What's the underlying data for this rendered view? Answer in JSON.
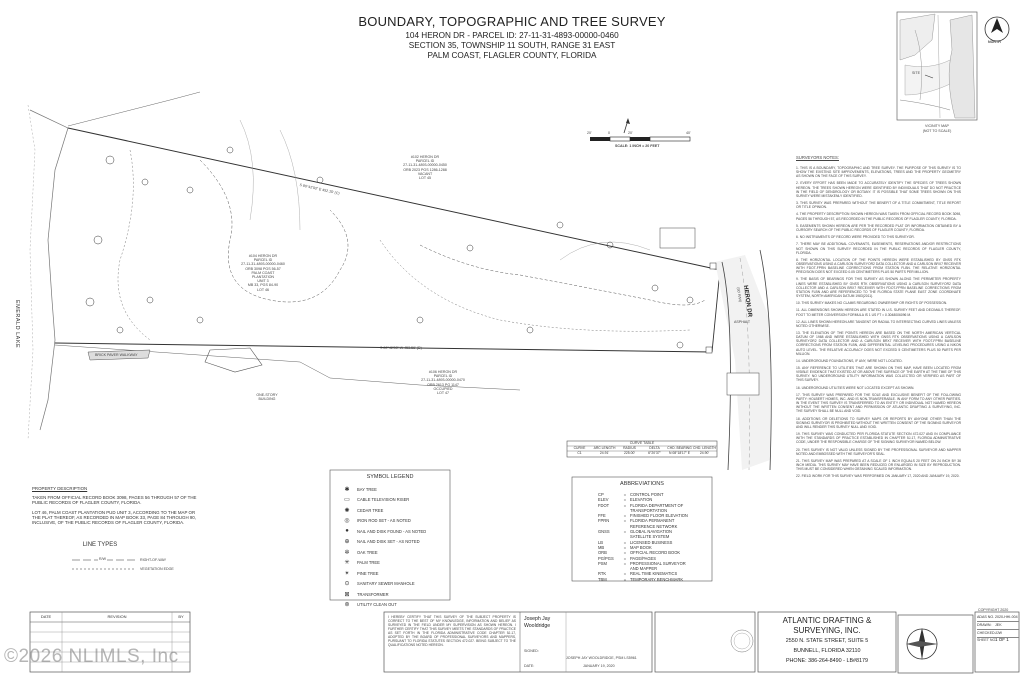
{
  "header": {
    "title": "BOUNDARY, TOPOGRAPHIC AND TREE SURVEY",
    "line1": "104 HERON DR - PARCEL ID: 27-11-31-4893-00000-0460",
    "line2": "SECTION 35, TOWNSHIP 11 SOUTH, RANGE 31 EAST",
    "line3": "PALM COAST, FLAGLER COUNTY, FLORIDA"
  },
  "north": {
    "label": "NORTH"
  },
  "vicinity": {
    "label": "VICINITY MAP",
    "sub": "(NOT TO SCALE)",
    "site": "SITE"
  },
  "scale": {
    "label": "SCALE: 1 INCH = 20 FEET",
    "ticks": [
      "20'",
      "0",
      "20'",
      "40'"
    ]
  },
  "plan": {
    "lake": "EMERALD LAKE",
    "road": "HERON DR",
    "road_sub": "(50' R/W)",
    "asphalt": "ASPHALT",
    "parcel_north": [
      "#102 HERON DR",
      "PARCEL ID",
      "27-11-31-4893-00000-0450",
      "ORB 2023 PGS 1286-1288",
      "VACANT",
      "LOT 45"
    ],
    "parcel_main": [
      "#104 HERON DR",
      "PARCEL ID",
      "27-11-31-4893-00000-0460",
      "ORB 3098 PGS 56-57",
      "PALM COAST",
      "PLANTATION",
      "UNIT 3",
      "MB 33, PGS 84-90",
      "LOT 46"
    ],
    "parcel_south": [
      "#106 HERON DR",
      "PARCEL ID",
      "27-11-31-4893-00000-0470",
      "ORB 2613 PG 1147",
      "OCCUPIED",
      "LOT 47"
    ],
    "bearing_north": "S 80°42'03\" E  452.15' (C)",
    "bearing_south": "S 80°42'03\" W  453.56' (D)",
    "building": "ONE-STORY BUILDING",
    "wall": "BRICK PAVER WALKWAY"
  },
  "curve_table": {
    "title": "CURVE TABLE",
    "headers": [
      "CURVE",
      "ARC LENGTH",
      "RADIUS",
      "DELTA",
      "CHD. BEARING",
      "CHD. LENGTH"
    ],
    "rows": [
      [
        "C1",
        "24.91'",
        "225.00'",
        "6°20'37\"",
        "N 08°18'17\" E",
        "24.90'"
      ]
    ]
  },
  "legend": {
    "title": "SYMBOL LEGEND",
    "items": [
      {
        "sym": "✱",
        "label": "BAY TREE"
      },
      {
        "sym": "▭",
        "label": "CABLE TELEVISION RISER"
      },
      {
        "sym": "✺",
        "label": "CEDAR TREE"
      },
      {
        "sym": "◎",
        "label": "IRON ROD SET - AS NOTED"
      },
      {
        "sym": "●",
        "label": "NAIL AND DISK FOUND - AS NOTED"
      },
      {
        "sym": "⊕",
        "label": "NAIL AND DISK SET - AS NOTED"
      },
      {
        "sym": "✲",
        "label": "OAK TREE"
      },
      {
        "sym": "✳",
        "label": "PALM TREE"
      },
      {
        "sym": "✴",
        "label": "PINE TREE"
      },
      {
        "sym": "⊙",
        "label": "SANITARY SEWER MANHOLE"
      },
      {
        "sym": "⊠",
        "label": "TRANSFORMER"
      },
      {
        "sym": "⊚",
        "label": "UTILITY CLEAN OUT"
      }
    ]
  },
  "abbreviations": {
    "title": "ABBREVIATIONS",
    "items": [
      [
        "CP",
        "=",
        "CONTROL POINT"
      ],
      [
        "ELEV",
        "=",
        "ELEVATION"
      ],
      [
        "FDOT",
        "=",
        "FLORIDA DEPARTMENT OF"
      ],
      [
        "",
        "",
        "TRANSPORTATION"
      ],
      [
        "FFE",
        "=",
        "FINISHED FLOOR ELEVATION"
      ],
      [
        "FPRN",
        "=",
        "FLORIDA PERMANENT"
      ],
      [
        "",
        "",
        "REFERENCE NETWORK"
      ],
      [
        "GNSS",
        "=",
        "GLOBAL NAVIGATION"
      ],
      [
        "",
        "",
        "SATELLITE SYSTEM"
      ],
      [
        "LB",
        "=",
        "LICENSED BUSINESS"
      ],
      [
        "MB",
        "=",
        "MAP BOOK"
      ],
      [
        "ORB",
        "=",
        "OFFICIAL RECORD BOOK"
      ],
      [
        "PG/PGS",
        "=",
        "PAGE/PAGES"
      ],
      [
        "PSM",
        "=",
        "PROFESSIONAL SURVEYOR"
      ],
      [
        "",
        "",
        "AND MAPPER"
      ],
      [
        "RTK",
        "=",
        "REAL TIME KINEMATICS"
      ],
      [
        "TBM",
        "=",
        "TEMPORARY BENCHMARK"
      ]
    ]
  },
  "line_types": {
    "title": "LINE TYPES",
    "items": [
      {
        "sample": "R/W",
        "label": "RIGHT-OF-WAY"
      },
      {
        "sample": "",
        "label": "VEGETATION EDGE"
      }
    ]
  },
  "property_description": {
    "title": "PROPERTY DESCRIPTION",
    "p1": "TAKEN FROM OFFICIAL RECORD BOOK 3098, PAGES 56 THROUGH 57 OF THE PUBLIC RECORDS OF FLAGLER COUNTY, FLORIDA.",
    "p2": "LOT 46, PALM COAST PLANTATION PUD UNIT 3, ACCORDING TO THE MAP OR THE PLAT THEREOF, AS RECORDED IN MAP BOOK 33, PAGE 84 THROUGH 90, INCLUSIVE, OF THE PUBLIC RECORDS OF FLAGLER COUNTY, FLORIDA."
  },
  "notes": {
    "title": "SURVEYORS NOTES:",
    "items": [
      "1. THIS IS A BOUNDARY, TOPOGRAPHIC AND TREE SURVEY. THE PURPOSE OF THIS SURVEY IS TO SHOW THE EXISTING SITE IMPROVEMENTS, ELEVATIONS, TREES AND THE PROPERTY GEOMETRY AS SHOWN ON THE FACE OF THIS SURVEY.",
      "2. EVERY EFFORT HAS BEEN MADE TO ACCURATELY IDENTIFY THE SPECIES OF TREES SHOWN HEREON. THE TREES SHOWN HEREON WERE IDENTIFIED BY INDIVIDUALS THAT DO NOT PRACTICE IN THE FIELD OF DENDROLOGY OR BOTANY. IT IS POSSIBLE THAT SOME TREES SHOWN ON THIS SURVEY WERE MISTAKENLY IDENTIFIED.",
      "3. THIS SURVEY WAS PREPARED WITHOUT THE BENEFIT OF A TITLE COMMITMENT, TITLE REPORT OR TITLE OPINION.",
      "4. THE PROPERTY DESCRIPTION SHOWN HEREON WAS TAKEN FROM OFFICIAL RECORD BOOK 3098, PAGES 56 THROUGH 57, AS RECORDED IN THE PUBLIC RECORDS OF FLAGLER COUNTY, FLORIDA.",
      "5. EASEMENTS SHOWN HEREON ARE PER THE RECORDED PLAT OR INFORMATION OBTAINED BY A CURSORY SEARCH OF THE PUBLIC RECORDS OF FLAGLER COUNTY, FLORIDA.",
      "6. NO INSTRUMENTS OF RECORD WERE PROVIDED TO THIS SURVEYOR.",
      "7. THERE MAY BE ADDITIONAL COVENANTS, EASEMENTS, RESERVATIONS AND/OR RESTRICTIONS NOT SHOWN ON THIS SURVEY RECORDED IN THE PUBLIC RECORDS OF FLAGLER COUNTY, FLORIDA.",
      "8. THE HORIZONTAL LOCATION OF THE POINTS HEREON WERE ESTABLISHED BY GNSS RTK OBSERVATIONS USING A CARLSON SURVEYOR2 DATA COLLECTOR AND A CARLSON BRX7 RECEIVER WITH FDOT-FPRN BASELINE CORRECTIONS FROM STATION FLBN. THE RELATIVE HORIZONTAL PRECISION DOES NOT EXCEED 0.05 CENTIMETERS PLUS 50 PARTS PER MILLION.",
      "9. THE BASIS OF BEARINGS FOR THIS SURVEY AS SHOWN ALONG THE PERIMETER PROPERTY LINES WERE ESTABLISHED BY GNSS RTK OBSERVATIONS USING A CARLSON SURVEYOR2 DATA COLLECTOR AND A CARLSON BRX7 RECEIVER WITH FDOT-FPRN BASELINE CORRECTIONS FROM STATION FLBN AND ARE REFERENCED TO THE FLORIDA STATE PLANE EAST ZONE COORDINATE SYSTEM, NORTH AMERICAN DATUM 1983(2011).",
      "10. THIS SURVEY MAKES NO CLAIMS REGARDING OWNERSHIP OR RIGHTS OF POSSESSION.",
      "11. ALL DIMENSIONS SHOWN HEREON ARE STATED IN U.S. SURVEY FEET AND DECIMALS THEREOF. FOOT TO METER CONVERSION FORMULA IS 1 US FT = 0.3048006096 M.",
      "12. ALL LINES SHOWN HEREON ARE TANGENT OR RADIAL TO INTERSECTING CURVED LINES UNLESS NOTED OTHERWISE.",
      "13. THE ELEVATION OF THE POINTS HEREON ARE BASED ON THE NORTH AMERICAN VERTICAL DATUM OF 1988 AND WERE ESTABLISHED WITH GNSS RTK OBSERVATIONS USING A CARLSON SURVEYOR2 DATA COLLECTOR AND A CARLSON BRX7 RECEIVER WITH FDOT-FPRN BASELINE CORRECTIONS FROM STATION FLBN, AND DIFFERENTIAL LEVELING PROCEDURES USING A NIKON AUTO LEVEL. THE RELATIVE ACCURACY DOES NOT EXCEED 5 CENTIMETERS PLUS 50 PARTS PER MILLION.",
      "14. UNDERGROUND FOUNDATIONS, IF ANY, WERE NOT LOCATED.",
      "15. ANY REFERENCE TO UTILITIES THAT ARE SHOWN ON THIS MAP, HAVE BEEN LOCATED FROM VISIBLE EVIDENCE THAT EXISTED AT OR ABOVE THE SURFACE OF THE EARTH AT THE TIME OF THIS SURVEY. NO UNDERGROUND UTILITY INFORMATION WAS COLLECTED OR VERIFIED AS PART OF THIS SURVEY.",
      "16. UNDERGROUND UTILITIES WERE NOT LOCATED EXCEPT AS SHOWN.",
      "17. THIS SURVEY WAS PREPARED FOR THE SOLE AND EXCLUSIVE BENEFIT OF THE FOLLOWING PARTY: HOLBERT HOMES, INC. AND IS NON-TRANSFERABLE. IN ANY FORM TO ANY OTHER PARTIES. IN THE EVENT THIS SURVEY IS TRANSFERRED TO AN ENTITY OR INDIVIDUAL NOT NAMED HEREON WITHOUT THE WRITTEN CONSENT AND PERMISSION OF ATLANTIC DRAFTING & SURVEYING, INC. THE SURVEY SHALL BE NULL AND VOID.",
      "18. ADDITIONS OR DELETIONS TO SURVEY MAPS OR REPORTS BY ANYONE OTHER THAN THE SIGNING SURVEYOR IS PROHIBITED WITHOUT THE WRITTEN CONSENT OF THE SIGNING SURVEYOR AND WILL RENDER THIS SURVEY NULL AND VOID.",
      "19. THIS SURVEY WAS CONDUCTED PER FLORIDA STATUTE SECTION 472.027 AND IN COMPLIANCE WITH THE STANDARDS OF PRACTICE ESTABLISHED IN CHAPTER 5J-17, FLORIDA ADMINISTRATIVE CODE, UNDER THE RESPONSIBLE CHARGE OF THE SIGNING SURVEYOR NAMED BELOW.",
      "20. THIS SURVEY IS NOT VALID UNLESS SIGNED BY THE PROFESSIONAL SURVEYOR AND MAPPER NOTED AND EMBOSSED WITH THE SURVEYOR'S SEAL.",
      "21. THIS SURVEY MAP WAS PREPARED AT A SCALE OF 1 INCH EQUALS 20 FEET ON 24 INCH BY 36 INCH MEDIA. THIS SURVEY MAY HAVE BEEN REDUCED OR ENLARGED IN SIZE BY REPRODUCTION. THIS MUST BE CONSIDERED WHEN OBTAINING SCALED INFORMATION.",
      "22. FIELD WORK FOR THIS SURVEY WAS PERFORMED ON JANUARY 17, 2020 AND JANUARY 19, 2020."
    ]
  },
  "revision": {
    "headers": [
      "DATE",
      "REVISION",
      "BY"
    ]
  },
  "certification": {
    "text": "I HEREBY CERTIFY THAT THIS SURVEY OF THE SUBJECT PROPERTY IS CORRECT TO THE BEST OF MY KNOWLEDGE, INFORMATION AND BELIEF AS SURVEYED IN THE FIELD UNDER MY SUPERVISION AS SHOWN HEREON. I FURTHER CERTIFY THAT THIS SURVEY MEETS THE STANDARDS OF PRACTICE AS SET FORTH IN THE FLORIDA ADMINISTRATIVE CODE CHAPTER 5J-17, ADOPTED BY THE BOARD OF PROFESSIONAL SURVEYORS AND MAPPERS, PURSUANT TO FLORIDA STATUTES SECTION 472.027. BEING SUBJECT TO THE QUALIFICATIONS NOTED HEREON."
  },
  "signature": {
    "name1": "Joseph Jay",
    "name2": "Wooldridge",
    "signed": "SIGNED:",
    "date_label": "DATE:",
    "printed": "JOSEPH JAY WOOLDRIDGE, PSM LS5961",
    "date": "JANUARY 19, 2020"
  },
  "company": {
    "name1": "ATLANTIC DRAFTING &",
    "name2": "SURVEYING, INC.",
    "addr1": "2550 N. STATE STREET, SUITE 5",
    "addr2": "BUNNELL, FLORIDA 32110",
    "phone": "PHONE: 386-264-8490 - LB#8179"
  },
  "titleblock": {
    "copyright": "COPYRIGHT 2020",
    "rows": [
      [
        "ADAS NO.",
        "2020-HHI-004"
      ],
      [
        "DRAWN:",
        "JEK"
      ],
      [
        "CHECKED:",
        "JJW"
      ]
    ],
    "sheet_label": "SHEET NO.",
    "sheet_val": "1 OF 1"
  },
  "watermark": "©2026 NLIMLS, Inc"
}
